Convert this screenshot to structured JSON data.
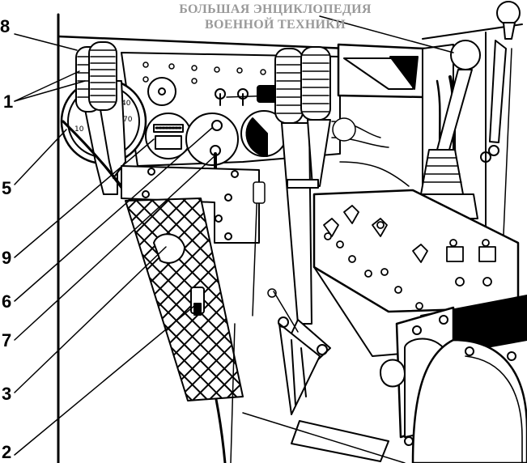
{
  "watermark": {
    "line1": "БОЛЬШАЯ ЭНЦИКЛОПЕДИЯ",
    "line2": "ВОЕННОЙ ТЕХНИКИ"
  },
  "callouts": [
    {
      "id": "8",
      "label": "8"
    },
    {
      "id": "1",
      "label": "1"
    },
    {
      "id": "5",
      "label": "5"
    },
    {
      "id": "9",
      "label": "9"
    },
    {
      "id": "6",
      "label": "6"
    },
    {
      "id": "7",
      "label": "7"
    },
    {
      "id": "3",
      "label": "3"
    },
    {
      "id": "2",
      "label": "2"
    }
  ],
  "gauges": {
    "speedometer": {
      "ticks": [
        "10",
        "40",
        "70"
      ]
    }
  }
}
